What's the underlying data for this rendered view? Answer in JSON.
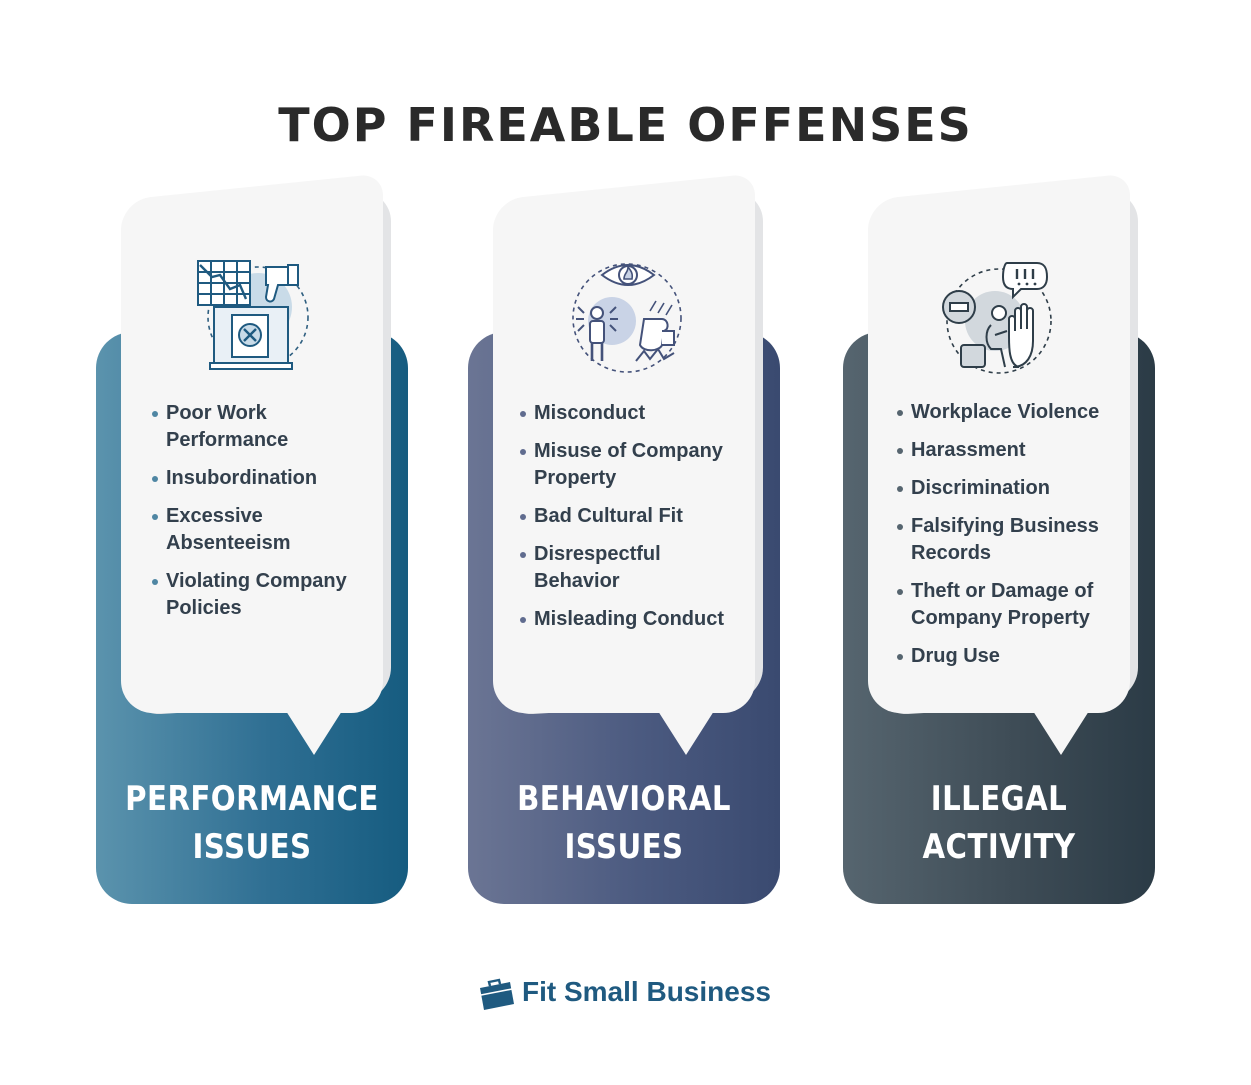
{
  "title": "TOP FIREABLE OFFENSES",
  "columns": [
    {
      "category_line1": "PERFORMANCE",
      "category_line2": "ISSUES",
      "icon": "poor-performance-icon",
      "items": [
        "Poor Work Performance",
        "Insubordination",
        "Excessive Absenteeism",
        "Violating Company Policies"
      ]
    },
    {
      "category_line1": "BEHAVIORAL",
      "category_line2": "ISSUES",
      "icon": "misconduct-icon",
      "items": [
        "Misconduct",
        "Misuse of Company Property",
        "Bad Cultural Fit",
        "Disrespectful Behavior",
        "Misleading Conduct"
      ]
    },
    {
      "category_line1": "ILLEGAL",
      "category_line2": "ACTIVITY",
      "icon": "illegal-activity-icon",
      "items": [
        "Workplace Violence",
        "Harassment",
        "Discrimination",
        "Falsifying Business Records",
        "Theft or Damage of Company Property",
        "Drug Use"
      ]
    }
  ],
  "logo": {
    "text": "Fit Small Business",
    "icon": "briefcase-icon"
  },
  "colors": {
    "performance": "#1f6287",
    "behavioral": "#44527a",
    "illegal": "#2f3e49",
    "bubble": "#f6f6f6",
    "title": "#2a2a2a"
  }
}
